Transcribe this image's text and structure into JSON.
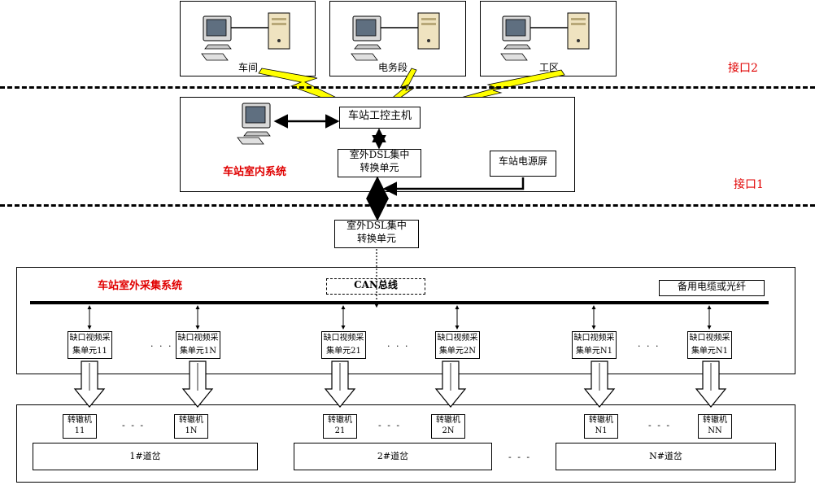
{
  "top_terminals": [
    {
      "label": "车间"
    },
    {
      "label": "电务段"
    },
    {
      "label": "工区"
    }
  ],
  "interfaces": {
    "upper": "接口2",
    "lower": "接口1"
  },
  "indoor": {
    "title": "车站室内系统",
    "host": "车站工控主机",
    "dsl_line1": "室外DSL集中",
    "dsl_line2": "转换单元",
    "power": "车站电源屏"
  },
  "outdoor_dsl": {
    "line1": "室外DSL集中",
    "line2": "转换单元"
  },
  "outdoor": {
    "title": "车站室外采集系统",
    "can_bus": "CAN总线",
    "backup": "备用电缆或光纤",
    "units": [
      {
        "line1": "缺口视频采",
        "line2": "集单元11"
      },
      {
        "line1": "缺口视频采",
        "line2": "集单元1N"
      },
      {
        "line1": "缺口视频采",
        "line2": "集单元21"
      },
      {
        "line1": "缺口视频采",
        "line2": "集单元2N"
      },
      {
        "line1": "缺口视频采",
        "line2": "集单元N1"
      },
      {
        "line1": "缺口视频采",
        "line2": "集单元N1"
      }
    ],
    "ellipsis": "· · ·"
  },
  "machines": [
    {
      "line1": "转辙机",
      "line2": "11"
    },
    {
      "line1": "转辙机",
      "line2": "1N"
    },
    {
      "line1": "转辙机",
      "line2": "21"
    },
    {
      "line1": "转辙机",
      "line2": "2N"
    },
    {
      "line1": "转辙机",
      "line2": "N1"
    },
    {
      "line1": "转辙机",
      "line2": "NN"
    }
  ],
  "turnouts": [
    {
      "label": "1#道岔"
    },
    {
      "label": "2#道岔"
    },
    {
      "label": "N#道岔"
    }
  ],
  "ellipsis": "- - -",
  "colors": {
    "title_red": "#e00000",
    "lightning_yellow": "#ffff00",
    "monitor_screen": "#6a7a8a"
  }
}
